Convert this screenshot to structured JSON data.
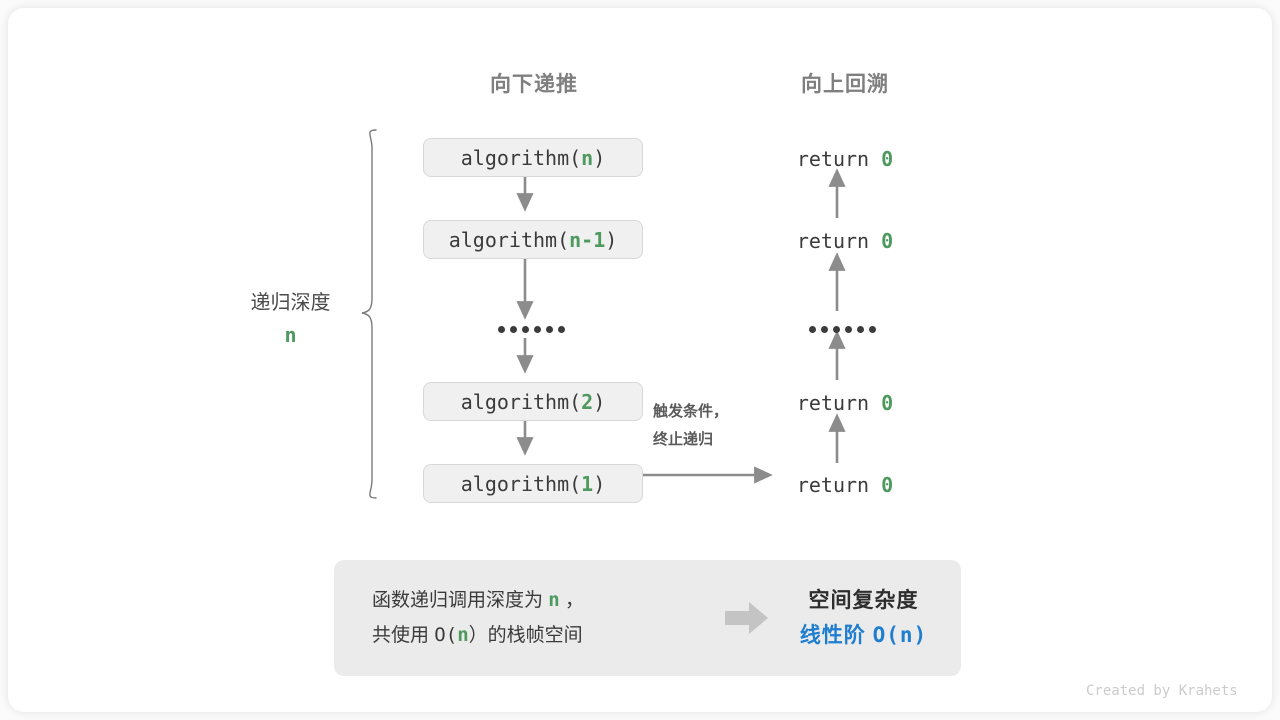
{
  "diagram": {
    "columns": {
      "down_heading": "向下递推",
      "up_heading": "向上回溯"
    },
    "call_stack": [
      {
        "prefix": "algorithm(",
        "arg": "n",
        "suffix": ")"
      },
      {
        "prefix": "algorithm(",
        "arg": "n-1",
        "suffix": ")"
      },
      {
        "prefix": "algorithm(",
        "arg": "2",
        "suffix": ")"
      },
      {
        "prefix": "algorithm(",
        "arg": "1",
        "suffix": ")"
      }
    ],
    "returns": [
      {
        "keyword": "return",
        "value": "0"
      },
      {
        "keyword": "return",
        "value": "0"
      },
      {
        "keyword": "return",
        "value": "0"
      },
      {
        "keyword": "return",
        "value": "0"
      }
    ],
    "ellipsis_dot_count": 6,
    "depth_bracket": {
      "title": "递归深度",
      "value": "n"
    },
    "trigger_note": {
      "line1": "触发条件，",
      "line2": "终止递归"
    }
  },
  "summary": {
    "left": {
      "line1_a": "函数递归调用深度为",
      "line1_n": "n",
      "line1_b": "，",
      "line2_a": "共使用",
      "line2_o": "O(",
      "line2_n": "n",
      "line2_c": "）",
      "line2_b": "的栈帧空间"
    },
    "arrow_icon": "arrow-right-icon",
    "right": {
      "title": "空间复杂度",
      "order_label": "线性阶",
      "order_notation": "O(n)"
    }
  },
  "credit": "Created by Krahets",
  "colors": {
    "accent_green": "#4e9a5e",
    "accent_blue": "#1f7ed0",
    "box_fill": "#f0f0f0",
    "panel_fill": "#ebebeb",
    "stroke_gray": "#7f7f7f",
    "text_dark": "#3b3b3b"
  }
}
